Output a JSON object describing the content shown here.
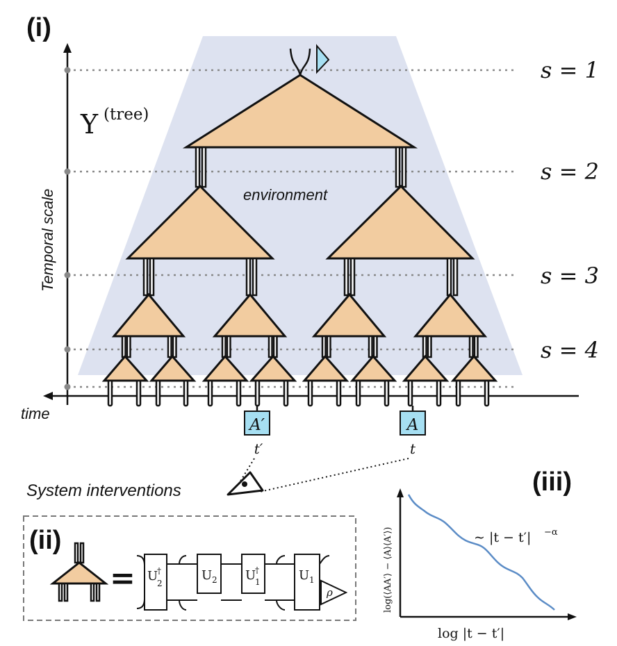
{
  "panels": {
    "i": "(i)",
    "ii": "(ii)",
    "iii": "(iii)"
  },
  "tree_label": "Υ",
  "tree_sup": "(tree)",
  "environment_label": "environment",
  "yaxis_label": "Temporal scale",
  "xaxis_label": "time",
  "scales": [
    "s = 1",
    "s = 2",
    "s = 3",
    "s = 4"
  ],
  "operators": {
    "a_prime": "A′",
    "t_prime": "t′",
    "a": "A",
    "t": "t"
  },
  "interventions_label": "System interventions",
  "gates": {
    "u2dag": "U",
    "u2dag_sub": "2",
    "u2": "U",
    "u2_sub": "2",
    "u1dag": "U",
    "u1dag_sub": "1",
    "u1": "U",
    "u1_sub": "1",
    "dagger": "†",
    "rho": "ρ",
    "equals": "="
  },
  "plot": {
    "xlabel": "log |t − t′|",
    "ylabel": "log(⟨AA′⟩ − ⟨A⟩⟨A′⟩)",
    "annotation": "∼ |t − t′|",
    "annotation_exp": "−α"
  },
  "colors": {
    "triangle": "#f2cca0",
    "environment": "#dde2f0",
    "operator_box": "#a6dff2",
    "curve": "#5b8cc6"
  }
}
